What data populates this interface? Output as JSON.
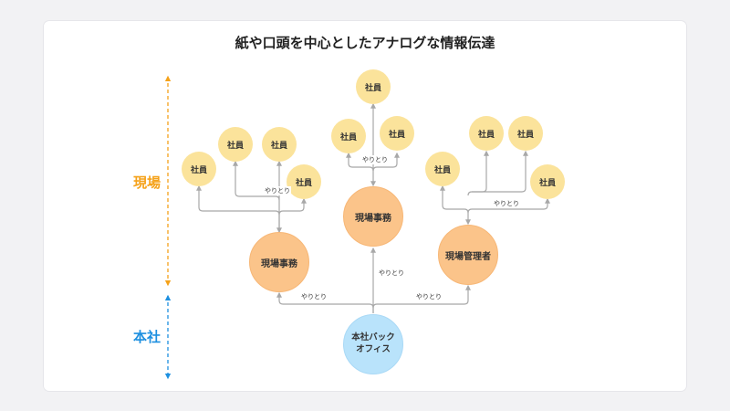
{
  "title": "紙や口頭を中心としたアナログな情報伝達",
  "zones": {
    "field": "現場",
    "hq": "本社"
  },
  "nodes": {
    "employee": "社員",
    "site_office": "現場事務",
    "site_manager": "現場管理者",
    "hq_back_office_line1": "本社バック",
    "hq_back_office_line2": "オフィス"
  },
  "edge_label": "やりとり",
  "colors": {
    "field_accent": "#f5a21a",
    "hq_accent": "#1e90e0",
    "employee_fill": "#fbe39b",
    "office_fill": "#fbc48a",
    "hq_fill": "#b9e3fb",
    "connector": "#a8a8a8"
  }
}
